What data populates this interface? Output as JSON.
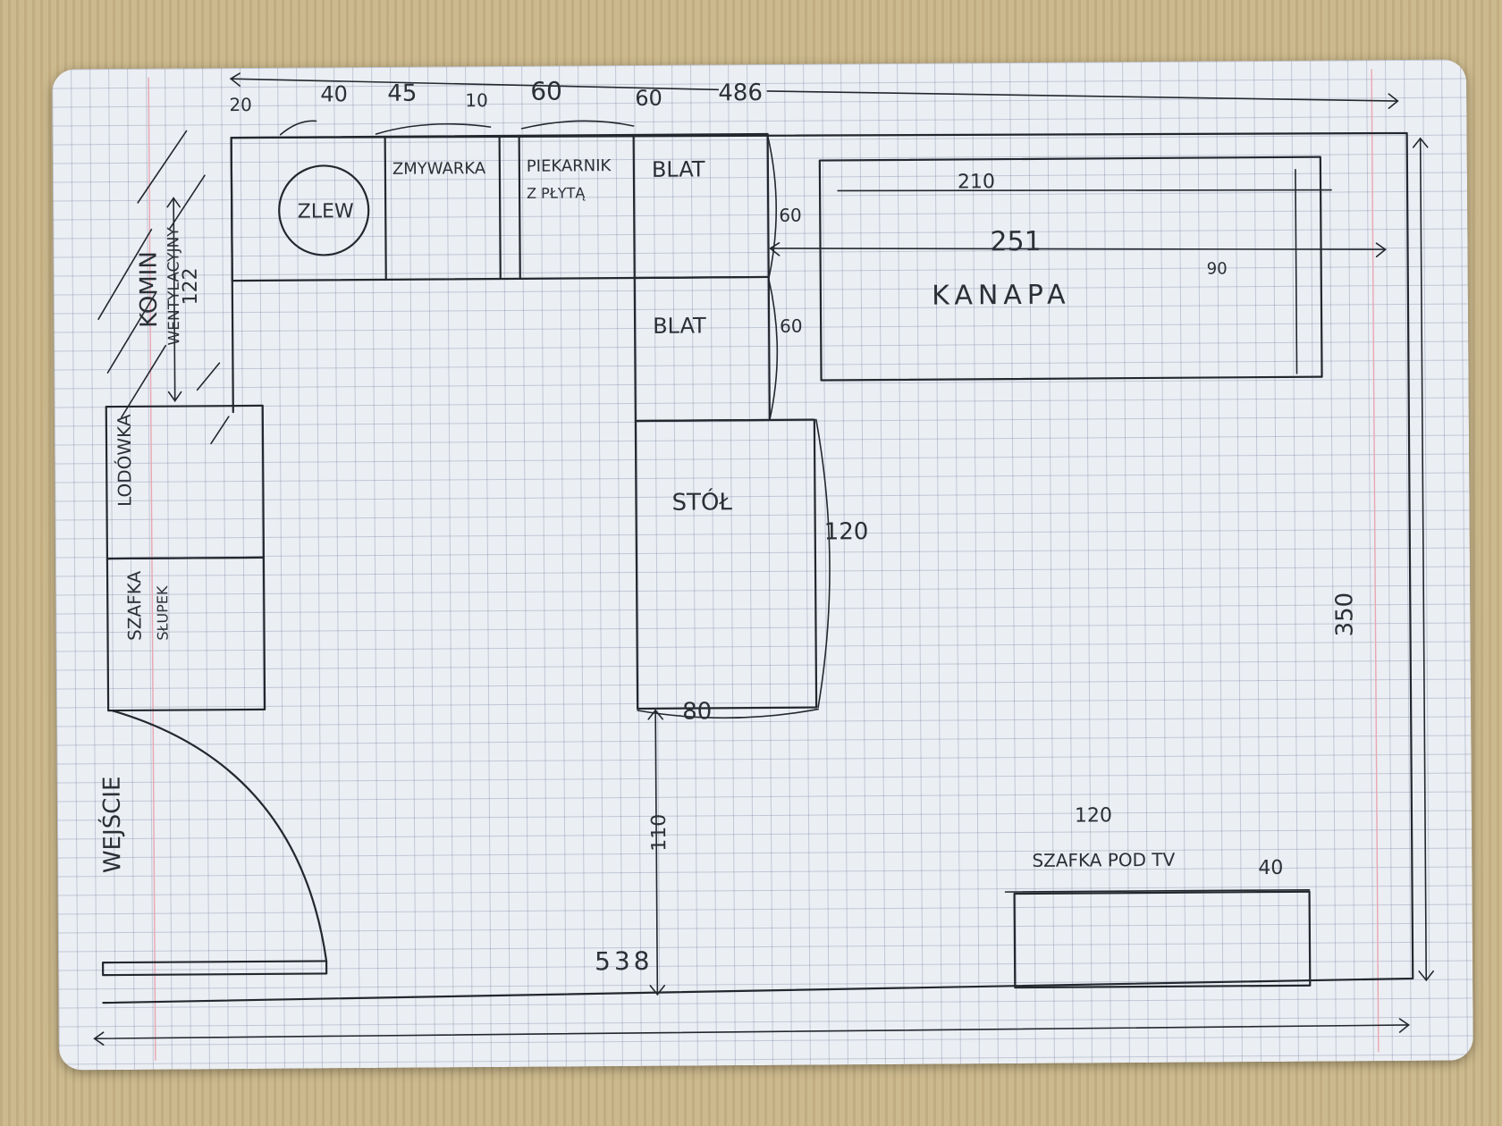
{
  "rooms": {
    "komin": "KOMIN",
    "wentylacyjny": "WENTYLACYJNY",
    "zlew": "ZLEW",
    "zmywarka": "ZMYWARKA",
    "piekarnik_1": "PIEKARNIK",
    "piekarnik_2": "Z PŁYTĄ",
    "blat_top": "BLAT",
    "blat_mid": "BLAT",
    "stol": "STÓŁ",
    "kanapa": "KANAPA",
    "lodowka": "LODÓWKA",
    "szafka_1": "SZAFKA",
    "szafka_2": "SŁUPEK",
    "wejscie": "WEJŚCIE",
    "szafka_tv": "SZAFKA POD TV"
  },
  "dimensions": {
    "total_width_top": "486",
    "seg_20": "20",
    "seg_40": "40",
    "seg_45": "45",
    "seg_10": "10",
    "seg_60a": "60",
    "seg_60b": "60",
    "komin_122": "122",
    "blat_60a": "60",
    "blat_60b": "60",
    "kanapa_210": "210",
    "kanapa_251": "251",
    "kanapa_90": "90",
    "stol_120": "120",
    "stol_80": "80",
    "gap_110": "110",
    "tv_120": "120",
    "tv_40": "40",
    "height_350": "350",
    "total_width_bottom": "538"
  }
}
